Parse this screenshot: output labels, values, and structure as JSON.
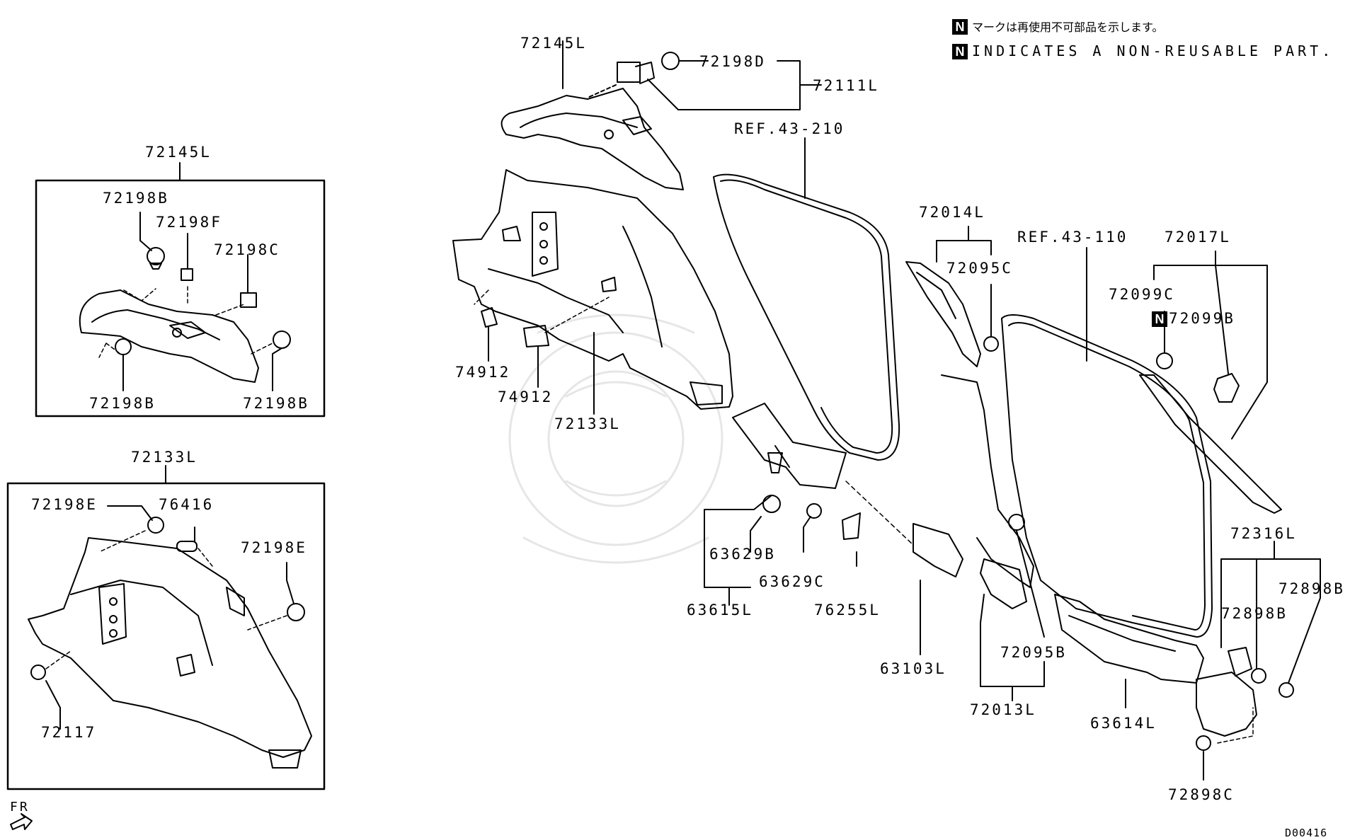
{
  "legend": {
    "badge": "N",
    "line1": "マークは再使用不可部品を示します。",
    "line2": "INDICATES A NON-REUSABLE PART."
  },
  "diagram_code": "D00416",
  "front_marker": "FR",
  "labels": {
    "p72145L_top": "72145L",
    "p72198D": "72198D",
    "p72111L": "72111L",
    "ref43_210": "REF.43-210",
    "p72145L_box": "72145L",
    "p72198B_a": "72198B",
    "p72198F": "72198F",
    "p72198C": "72198C",
    "p72198B_b": "72198B",
    "p72198B_c": "72198B",
    "p72014L": "72014L",
    "p72095C": "72095C",
    "ref43_110": "REF.43-110",
    "p72017L": "72017L",
    "p72099C": "72099C",
    "p72099B": "72099B",
    "p74912_a": "74912",
    "p74912_b": "74912",
    "p72133L_main": "72133L",
    "p72133L_box": "72133L",
    "p72198E_a": "72198E",
    "p76416": "76416",
    "p72198E_b": "72198E",
    "p72117": "72117",
    "p63629B": "63629B",
    "p63629C": "63629C",
    "p63615L": "63615L",
    "p76255L": "76255L",
    "p63103L": "63103L",
    "p72095B": "72095B",
    "p72013L": "72013L",
    "p63614L": "63614L",
    "p72316L": "72316L",
    "p72898B_a": "72898B",
    "p72898B_b": "72898B",
    "p72898C": "72898C"
  },
  "icons": {
    "front_arrow": "front-arrow-icon",
    "nonreusable": "non-reusable-badge-icon"
  }
}
